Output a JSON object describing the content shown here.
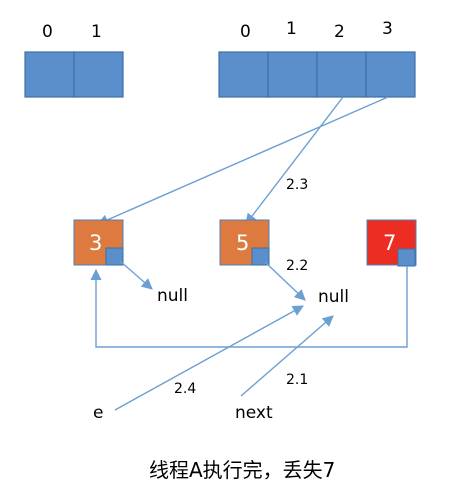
{
  "old_table": {
    "indices": [
      "0",
      "1"
    ]
  },
  "new_table": {
    "indices": [
      "0",
      "1",
      "2",
      "3"
    ]
  },
  "nodes": [
    {
      "value": "3",
      "color": "#dc7a3f"
    },
    {
      "value": "5",
      "color": "#dc7a3f"
    },
    {
      "value": "7",
      "color": "#ec2d22"
    }
  ],
  "null_labels": [
    "null",
    "null"
  ],
  "steps": [
    "2.3",
    "2.2",
    "2.1",
    "2.4"
  ],
  "pointers": {
    "e": "e",
    "next": "next"
  },
  "caption": "线程A执行完，丢失7",
  "colors": {
    "table_fill": "#5b8fcb",
    "table_border": "#3f6ea6",
    "arrow": "#6c9fd2",
    "pointer_box": "#5b8fcb"
  }
}
